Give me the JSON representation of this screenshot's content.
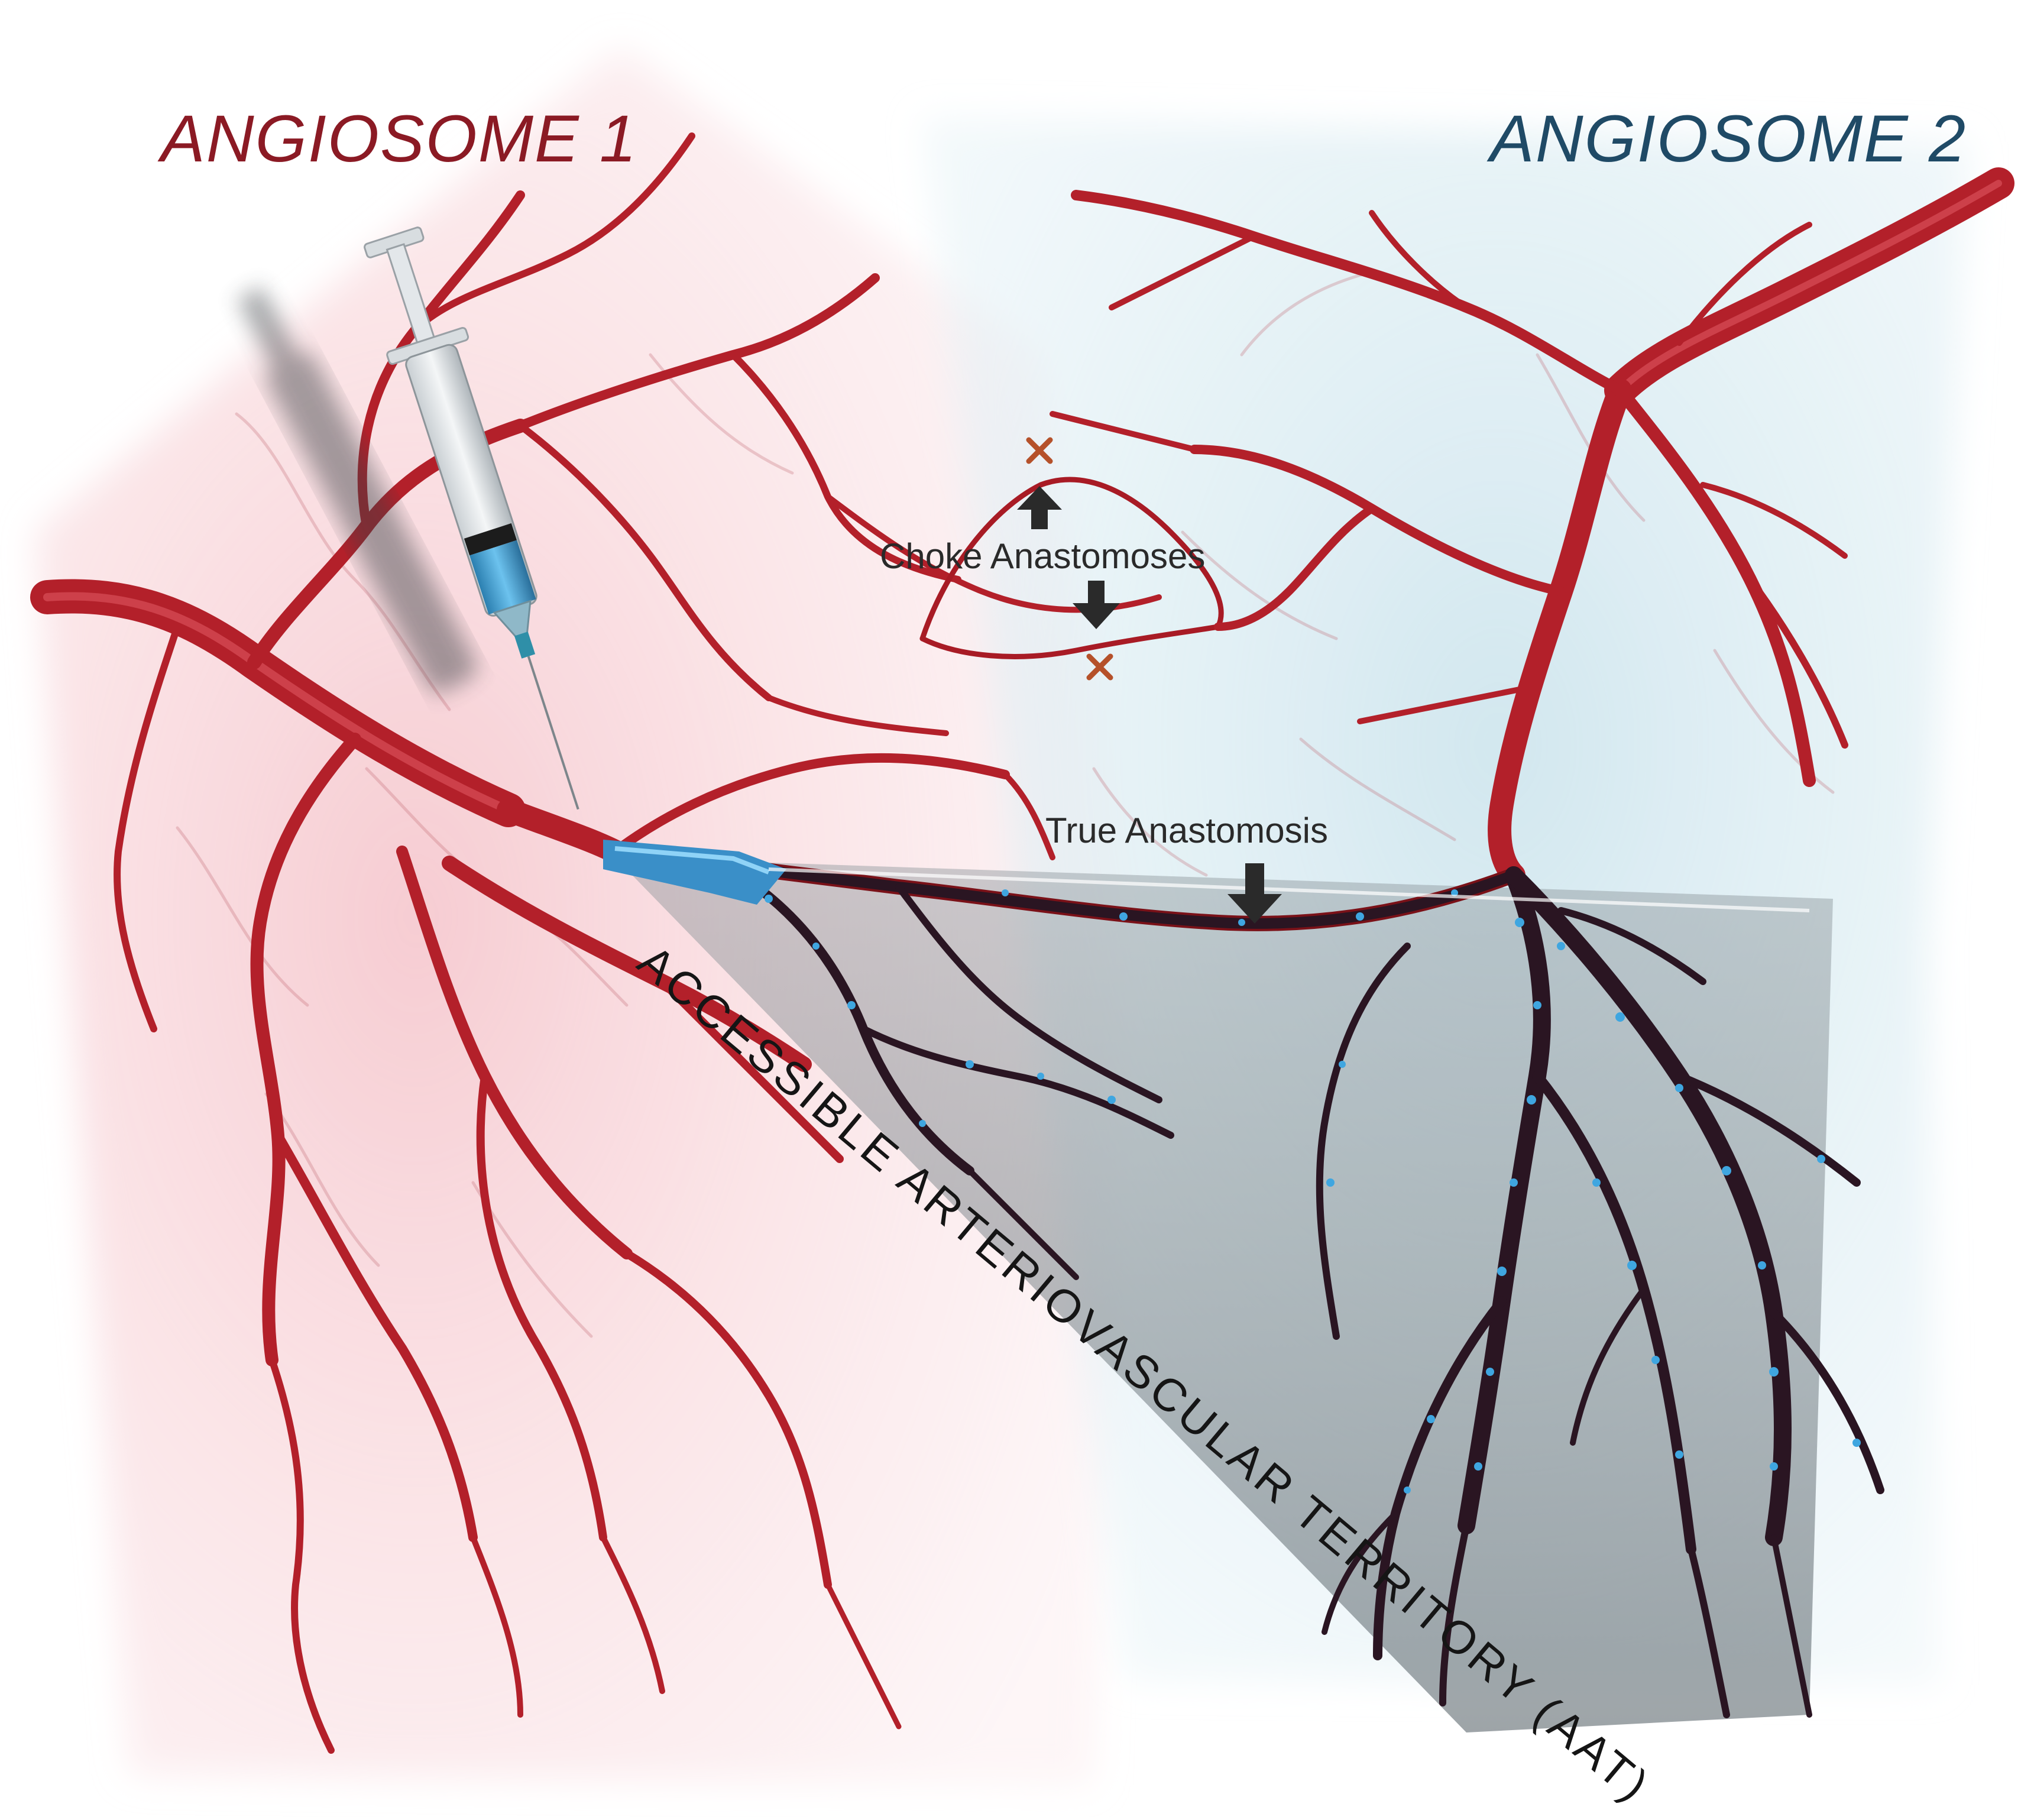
{
  "titles": {
    "angiosome_1": "ANGIOSOME 1",
    "angiosome_2": "ANGIOSOME 2"
  },
  "labels": {
    "choke": "Choke Anastomoses",
    "true_anastomosis": "True Anastomosis",
    "aat": "ACCESSIBLE ARTERIOVASCULAR TERRITORY (AAT)"
  },
  "colors": {
    "angiosome_1_title": "#8b1a24",
    "angiosome_2_title": "#1f4a66",
    "artery": "#b3202a",
    "artery_dark": "#7a1118",
    "angiosome_1_tint": "#f7d6d9",
    "angiosome_2_tint": "#d5e9f0",
    "aat_shade": "#6f7b82",
    "filled_vessel": "#2a1522",
    "injectate": "#3fa6e0",
    "blocked_marker": "#b5512a"
  },
  "icons": {
    "syringe": "syringe-icon",
    "blocked": "x-mark-icon",
    "arrow_up": "arrow-up-icon",
    "arrow_down": "arrow-down-icon"
  }
}
